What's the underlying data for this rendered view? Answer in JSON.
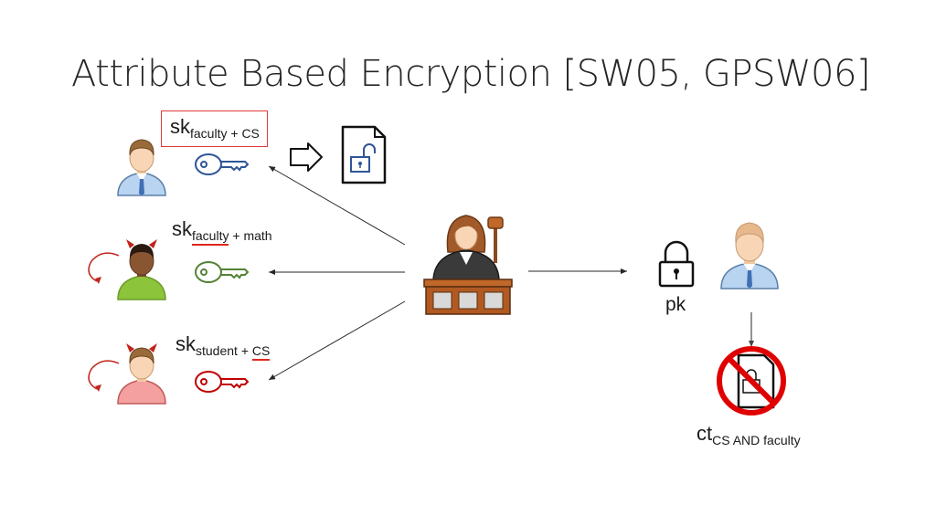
{
  "title": "Attribute Based Encryption [SW05, GPSW06]",
  "keys": [
    {
      "main": "sk",
      "attr1": "faculty",
      "op": " + ",
      "attr2": "CS",
      "key_color": "#2f5597",
      "highlight": "box"
    },
    {
      "main": "sk",
      "attr1": "faculty",
      "op": " + ",
      "attr2": "math",
      "key_color": "#548235",
      "highlight": "underline-attr1"
    },
    {
      "main": "sk",
      "attr1": "student",
      "op": " + ",
      "attr2": "CS",
      "key_color": "#c00000",
      "highlight": "underline-attr2"
    }
  ],
  "public_key": {
    "label": "pk"
  },
  "ciphertext": {
    "main": "ct",
    "sub": "CS AND faculty"
  },
  "colors": {
    "arrow": "#262626",
    "forbidden": "#e00000",
    "devil": "#c0241c"
  },
  "icons": [
    "user-icon",
    "devil-user-icon",
    "authority-icon",
    "padlock-icon",
    "unlocked-document-icon",
    "forbidden-document-icon",
    "outline-arrow-icon"
  ]
}
